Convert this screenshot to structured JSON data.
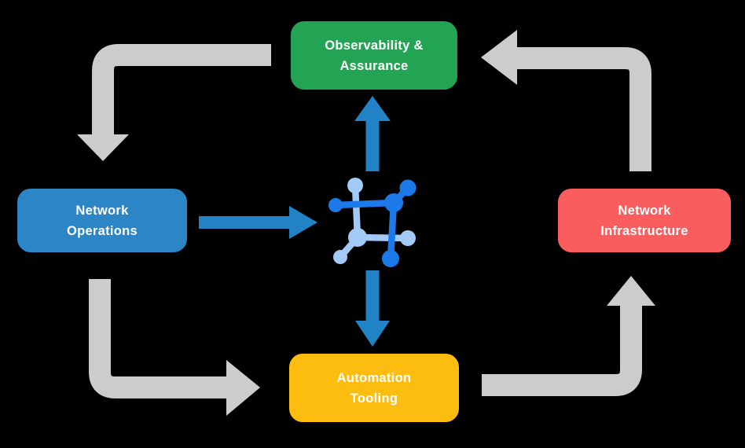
{
  "nodes": {
    "observability": {
      "lines": [
        "Observability &",
        "Assurance"
      ],
      "color": "#23A455"
    },
    "operations": {
      "lines": [
        "Network",
        "Operations"
      ],
      "color": "#2C86C5"
    },
    "infrastructure": {
      "lines": [
        "Network",
        "Infrastructure"
      ],
      "color": "#F95D5D"
    },
    "automation": {
      "lines": [
        "Automation",
        "Tooling"
      ],
      "color": "#FCBC10"
    }
  },
  "colors": {
    "background": "#000000",
    "cycle_arrow": "#CCCCCC",
    "flow_arrow": "#2182C6",
    "icon_primary": "#1C79EA",
    "icon_secondary": "#A3C9F6",
    "node_text": "#FFFFFF"
  }
}
